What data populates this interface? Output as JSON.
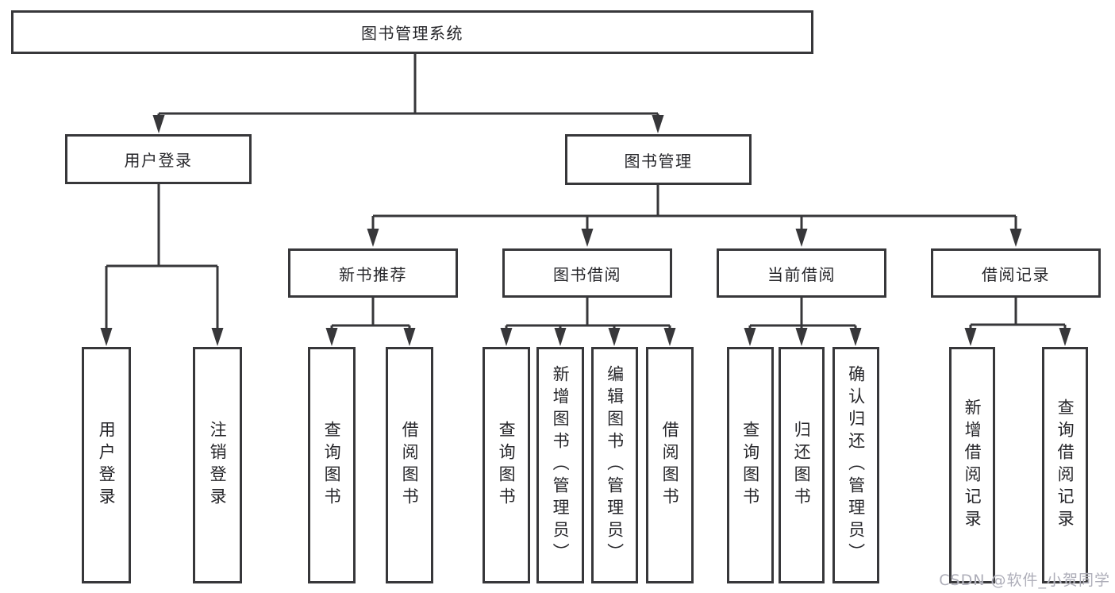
{
  "diagram": {
    "root": {
      "label": "图书管理系统"
    },
    "branches": [
      {
        "label": "用户登录",
        "children": [
          {
            "label": "用户登录"
          },
          {
            "label": "注销登录"
          }
        ]
      },
      {
        "label": "图书管理",
        "children": [
          {
            "label": "新书推荐",
            "children": [
              {
                "label": "查询图书"
              },
              {
                "label": "借阅图书"
              }
            ]
          },
          {
            "label": "图书借阅",
            "children": [
              {
                "label": "查询图书"
              },
              {
                "label": "新增图书（管理员）"
              },
              {
                "label": "编辑图书（管理员）"
              },
              {
                "label": "借阅图书"
              }
            ]
          },
          {
            "label": "当前借阅",
            "children": [
              {
                "label": "查询图书"
              },
              {
                "label": "归还图书"
              },
              {
                "label": "确认归还（管理员）"
              }
            ]
          },
          {
            "label": "借阅记录",
            "children": [
              {
                "label": "新增借阅记录"
              },
              {
                "label": "查询借阅记录"
              }
            ]
          }
        ]
      }
    ]
  },
  "watermark": {
    "text": "CSDN @软件_小贺同学"
  },
  "colors": {
    "line": "#37373a",
    "text": "#26262a",
    "background": "#ffffff",
    "watermark": "#aeaeb9"
  }
}
